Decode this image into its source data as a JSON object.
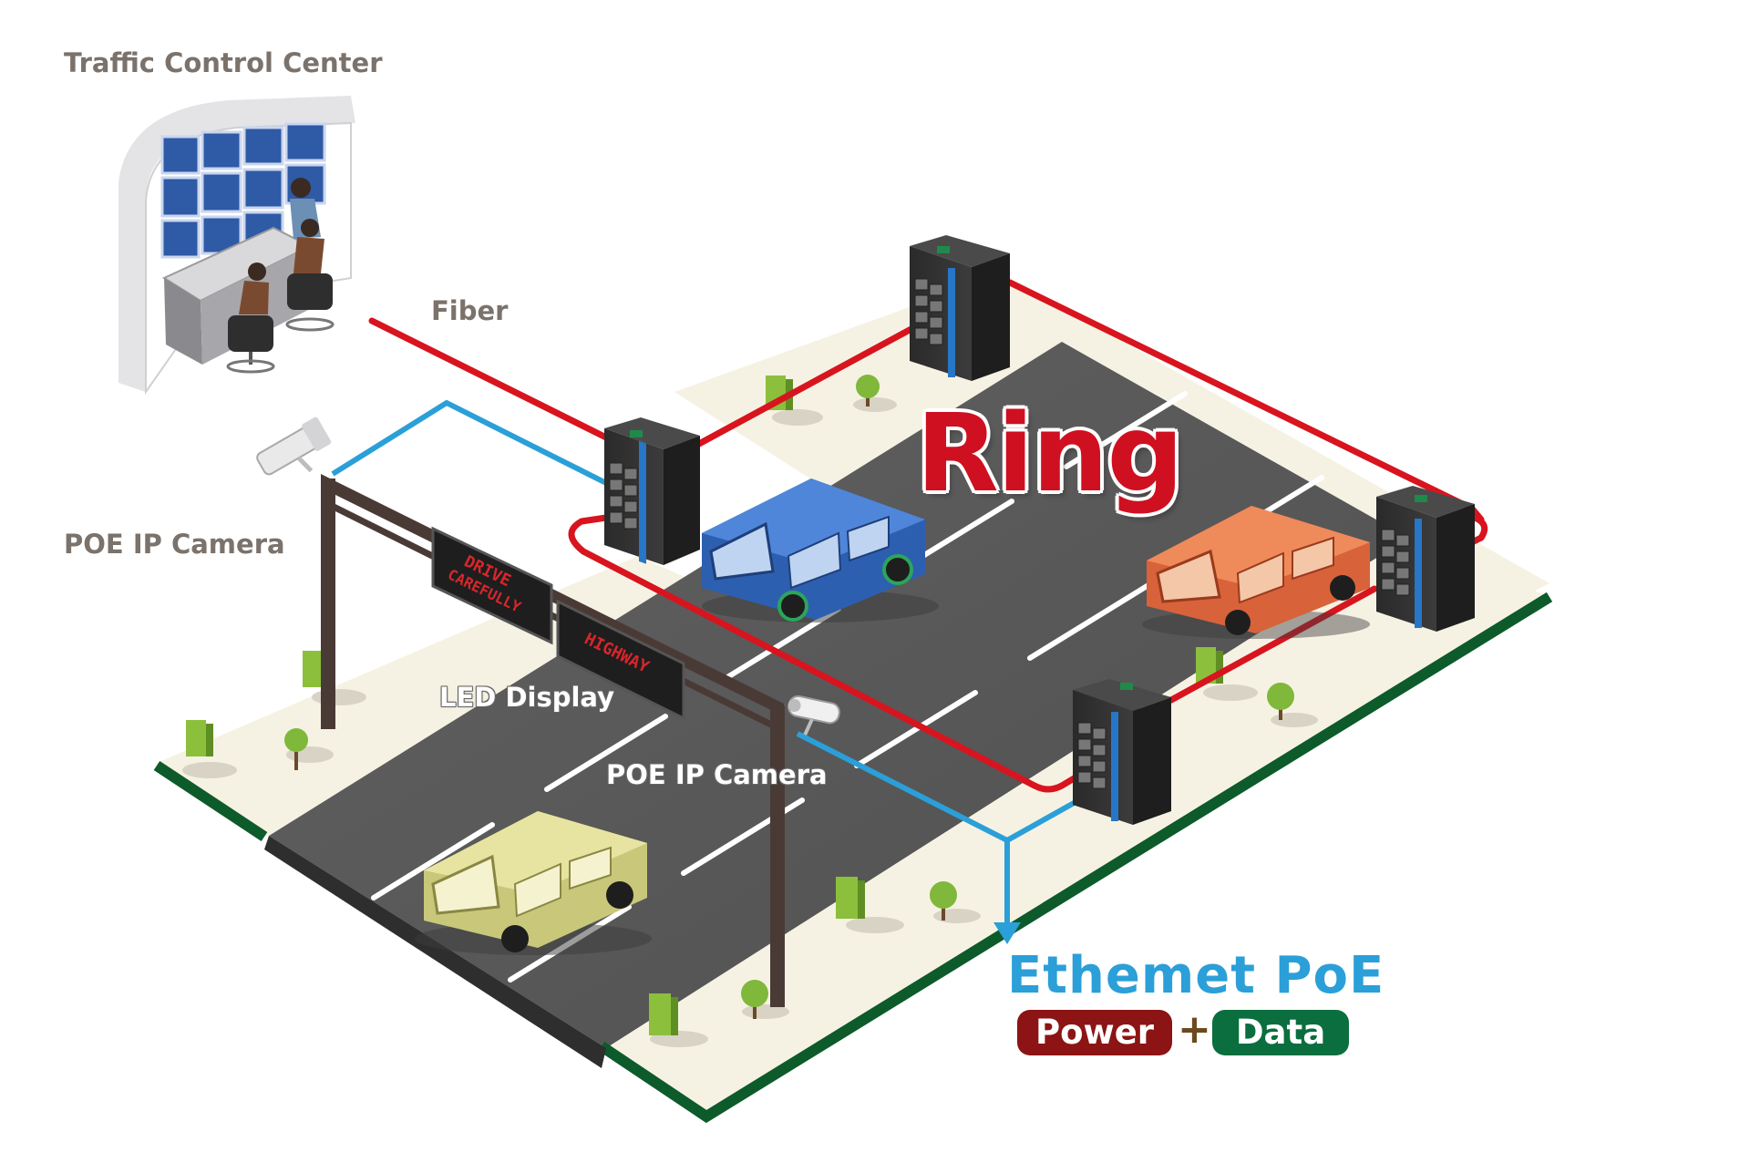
{
  "labels": {
    "traffic_control_center": "Traffic Control Center",
    "fiber": "Fiber",
    "poe_camera_left": "POE IP Camera",
    "led_display": "LED Display",
    "poe_camera_road": "POE IP Camera",
    "ring": "Ring",
    "ethernet_poe": "Ethemet PoE",
    "power": "Power",
    "plus": "+",
    "data": "Data"
  },
  "led_sign": {
    "panel1_line1": "DRIVE",
    "panel1_line2": "CAREFULLY",
    "panel2_line1": "HIGHWAY"
  },
  "colors": {
    "ring_red": "#d8141f",
    "poe_blue": "#2b9fd8",
    "power_pill": "#8c1414",
    "data_pill": "#0b6e3e",
    "road": "#5a5a5a",
    "sidewalk": "#f6f2e3"
  },
  "icons": [
    "control-room-icon",
    "switch-icon",
    "camera-icon",
    "led-sign-icon",
    "car-icon",
    "tree-icon",
    "bin-icon"
  ]
}
